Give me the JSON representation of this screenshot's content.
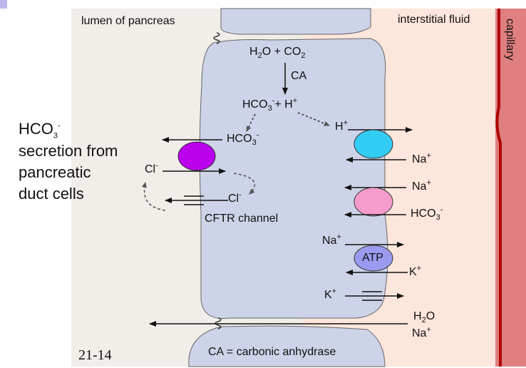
{
  "title": {
    "line1_main": "HCO",
    "line1_sub": "3",
    "line1_sup": "-",
    "line2": "secretion from",
    "line3": "pancreatic",
    "line4": "duct cells"
  },
  "regions": {
    "lumen": "lumen of pancreas",
    "interstitial": "interstitial fluid",
    "capillary": "capillary"
  },
  "reaction": {
    "h2o": "H",
    "h2o_sub": "2",
    "h2o_rest": "O + CO",
    "co2_sub": "2",
    "enzyme": "CA",
    "product_hco": "HCO",
    "product_sub": "3",
    "product_sup": "-",
    "product_plus": "+  H",
    "product_h_sup": "+"
  },
  "left": {
    "hco3": "HCO",
    "hco3_sub": "3",
    "hco3_sup": "-",
    "cl_out": "Cl",
    "cl_out_sup": "-",
    "cl_in": "Cl",
    "cl_in_sup": "-",
    "cftr": "CFTR channel"
  },
  "right": {
    "h": "H",
    "h_sup": "+",
    "na1": "Na",
    "na1_sup": "+",
    "na2": "Na",
    "na2_sup": "+",
    "hco3": "HCO",
    "hco3_sub": "3",
    "hco3_sup": "-",
    "na3": "Na",
    "na3_sup": "+",
    "atp": "ATP",
    "k1": "K",
    "k1_sup": "+",
    "k2": "K",
    "k2_sup": "+"
  },
  "bottom": {
    "h2o": "H",
    "h2o_sub": "2",
    "h2o_rest": "O",
    "na": "Na",
    "na_sup": "+",
    "legend": "CA = carbonic anhydrase",
    "slide": "21-14"
  },
  "colors": {
    "lumen_bg": "#f1ede8",
    "interstitial_bg": "#fde6dc",
    "cell_fill": "#cdd3e8",
    "capillary": "#e07f7f",
    "capillary_edge": "#b00000",
    "exchanger_cl": "#bb00ee",
    "exchanger_h": "#33ccf5",
    "cotransporter": "#f59ccc",
    "atp_pump": "#9a9af0"
  }
}
